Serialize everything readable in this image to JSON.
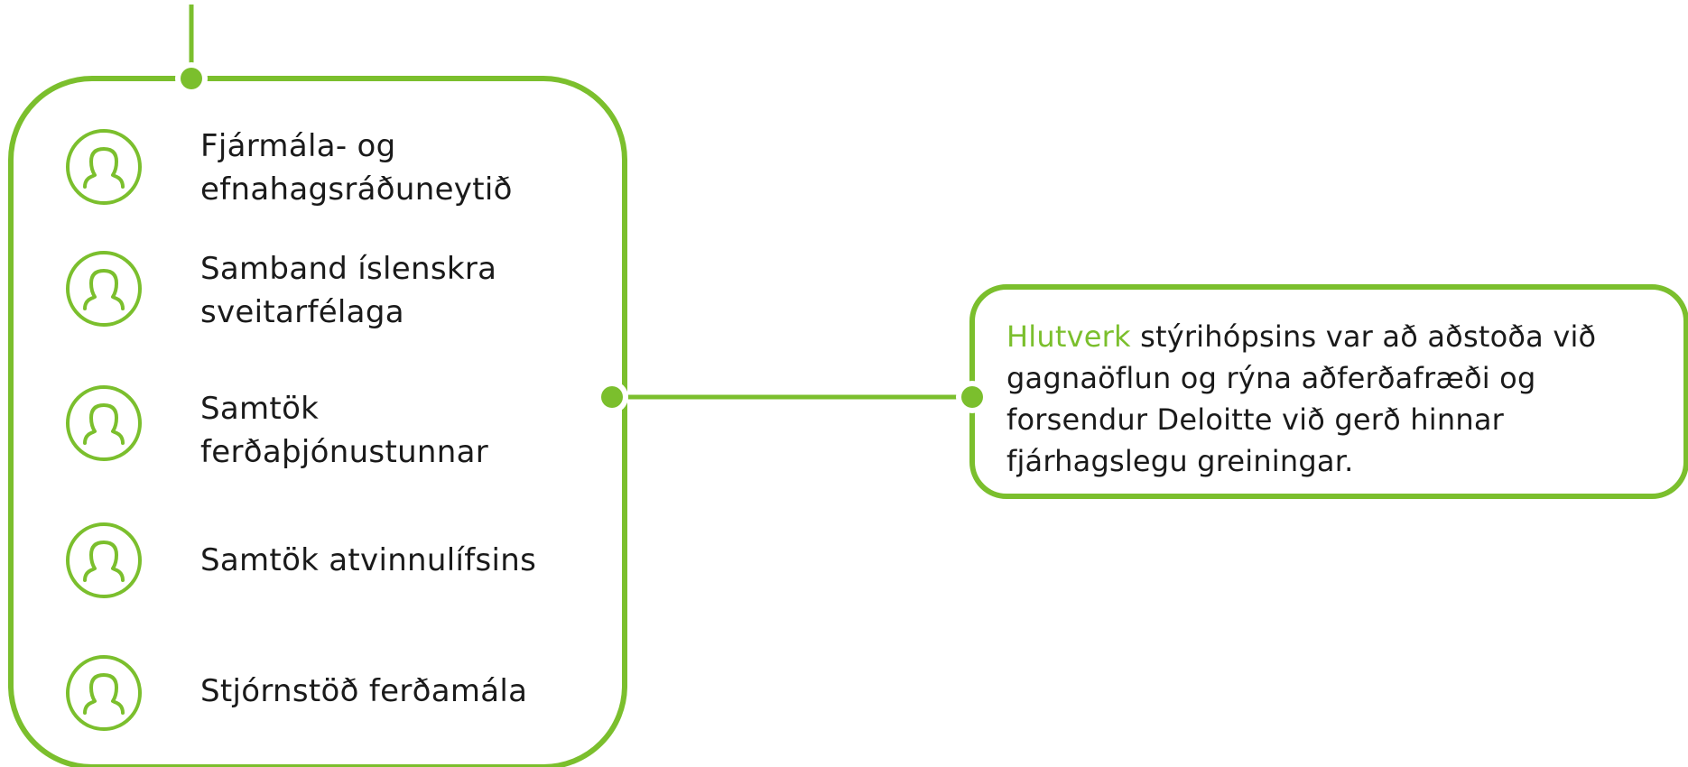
{
  "colors": {
    "accent": "#7bbf2d",
    "text": "#1a1a1a",
    "background": "#ffffff"
  },
  "members": [
    {
      "label_line1": "Fjármála- og",
      "label_line2": "efnahagsráðuneytið",
      "icon": "person-outline-icon"
    },
    {
      "label_line1": "Samband íslenskra",
      "label_line2": "sveitarfélaga",
      "icon": "person-outline-icon"
    },
    {
      "label_line1": "Samtök",
      "label_line2": "ferðaþjónustunnar",
      "icon": "person-outline-icon"
    },
    {
      "label_line1": "Samtök atvinnulífsins",
      "label_line2": "",
      "icon": "person-outline-icon"
    },
    {
      "label_line1": "Stjórnstöð ferðamála",
      "label_line2": "",
      "icon": "person-outline-icon"
    }
  ],
  "role": {
    "highlight": "Hlutverk",
    "text": " stýrihópsins var að aðstoða við gagnaöflun og rýna aðferðafræði og forsendur Deloitte við gerð hinnar fjárhagslegu greiningar."
  }
}
